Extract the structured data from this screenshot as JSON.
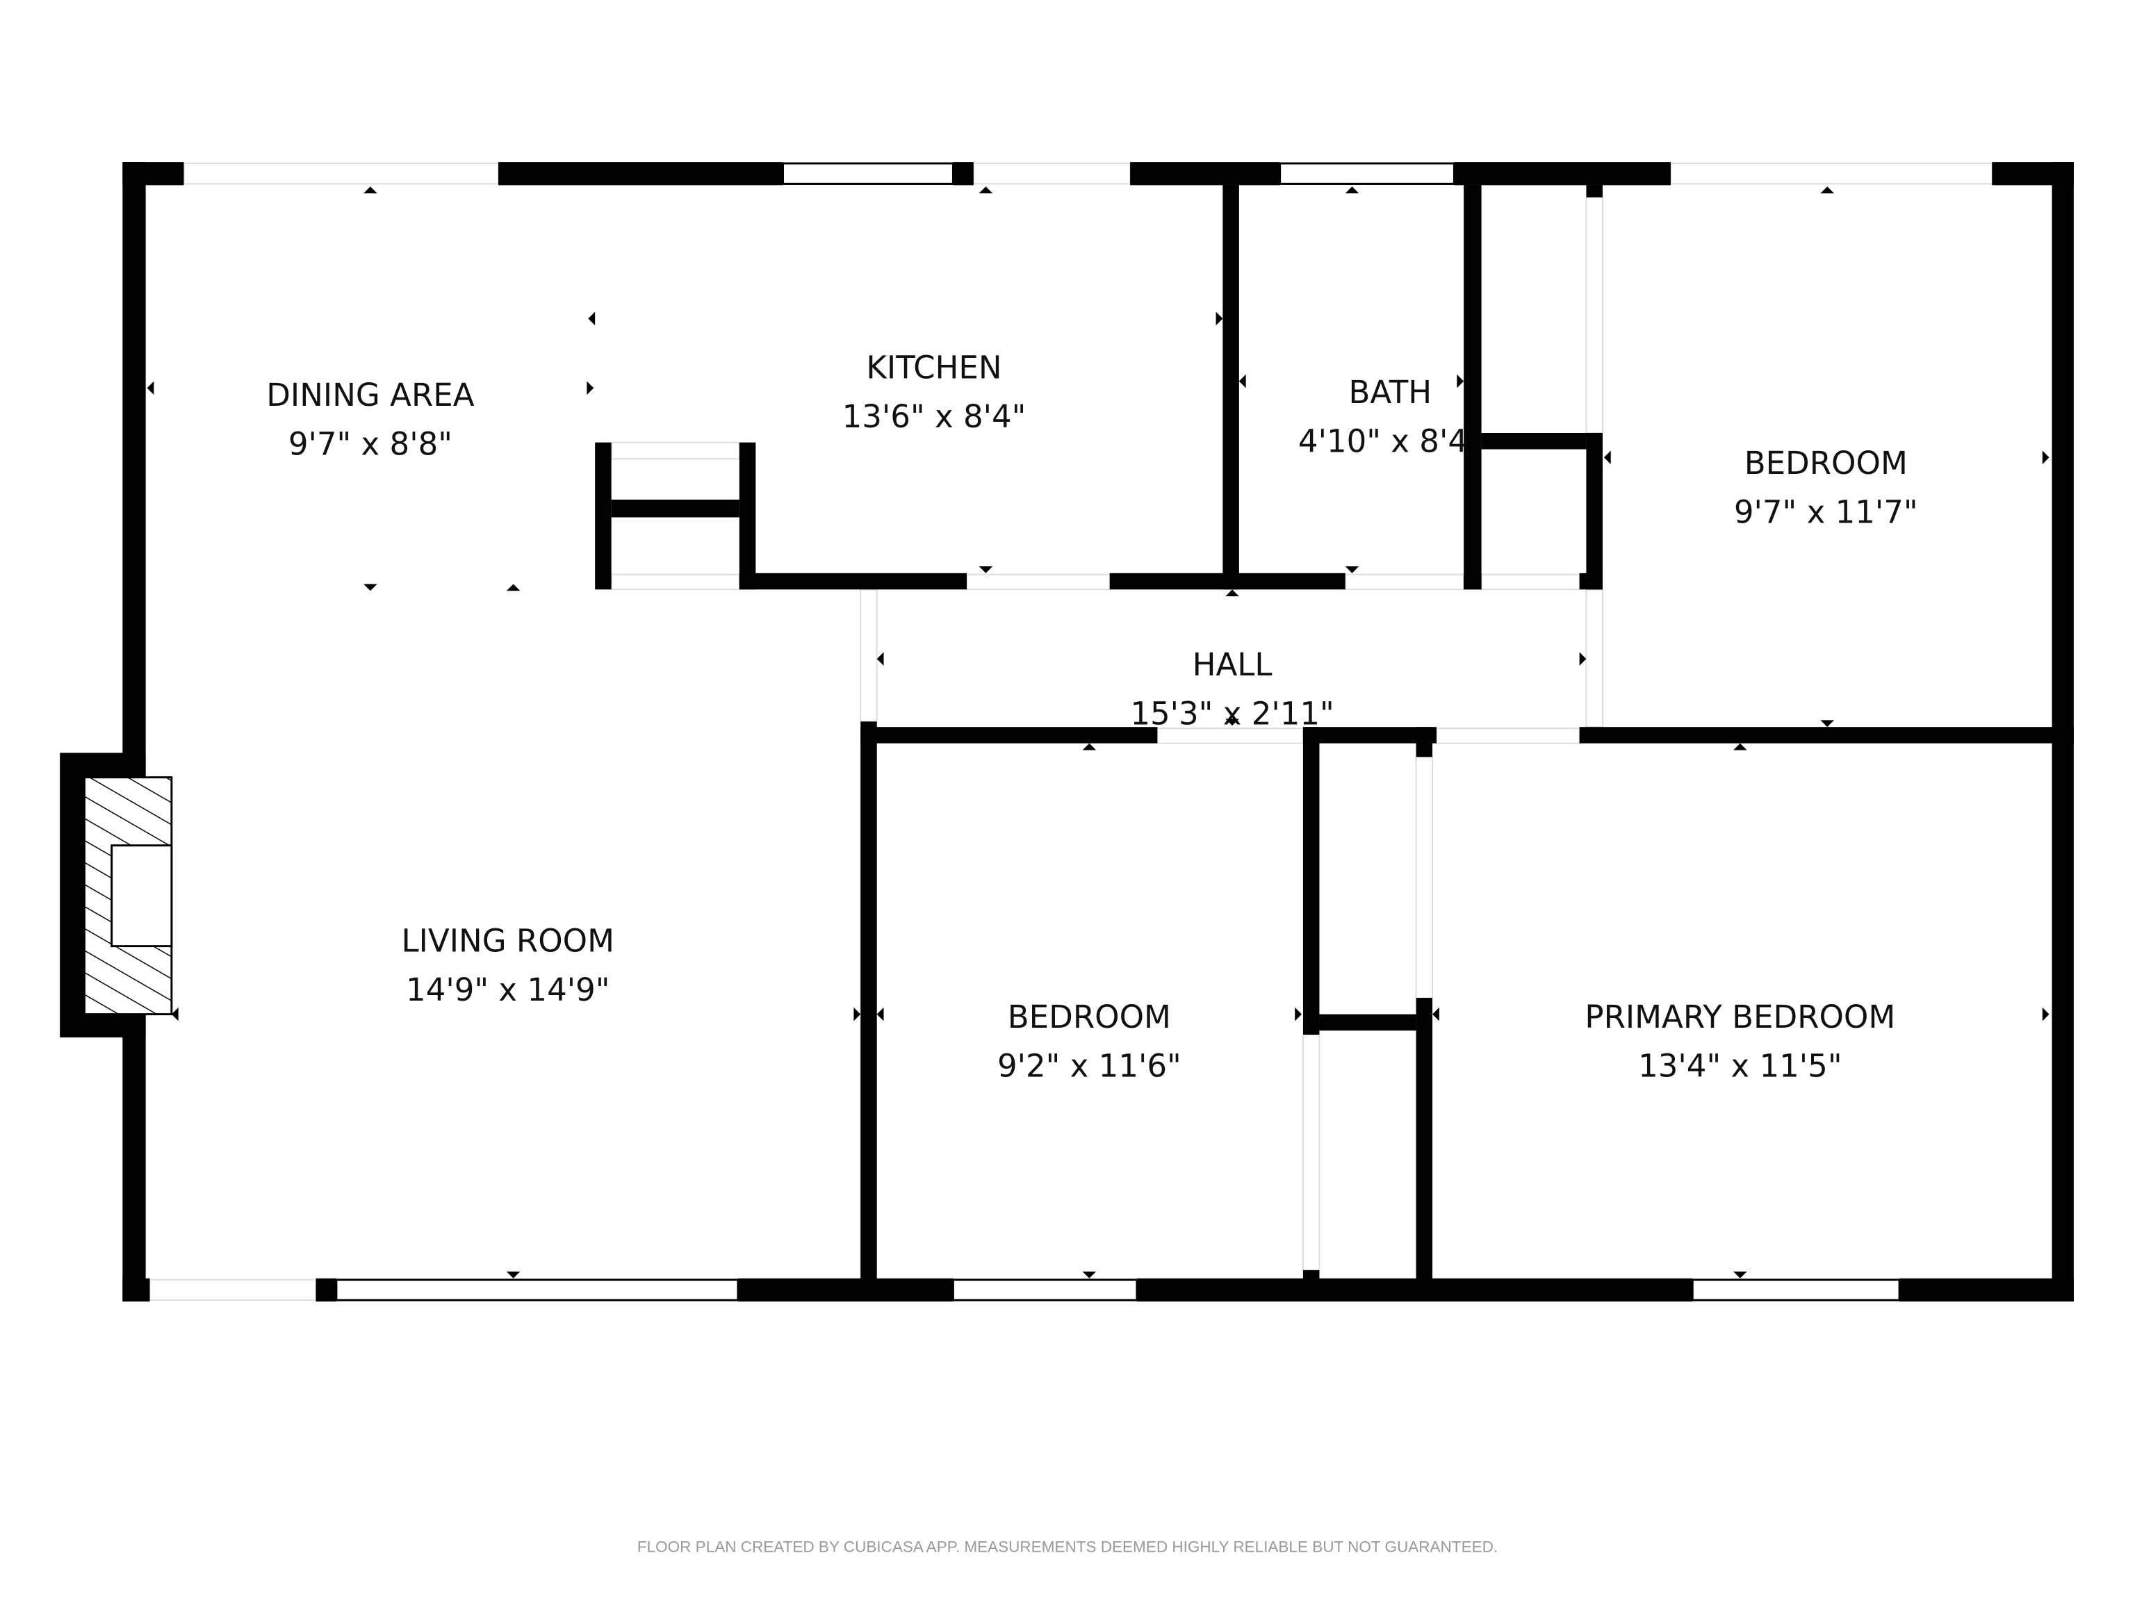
{
  "rooms": [
    {
      "name": "DINING AREA",
      "size": "9'7\" x 8'8\""
    },
    {
      "name": "KITCHEN",
      "size": "13'6\" x 8'4\""
    },
    {
      "name": "BATH",
      "size": "4'10\" x 8'4\""
    },
    {
      "name": "BEDROOM",
      "size": "9'7\" x 11'7\""
    },
    {
      "name": "HALL",
      "size": "15'3\" x 2'11\""
    },
    {
      "name": "LIVING ROOM",
      "size": "14'9\" x 14'9\""
    },
    {
      "name": "BEDROOM",
      "size": "9'2\" x 11'6\""
    },
    {
      "name": "PRIMARY BEDROOM",
      "size": "13'4\" x 11'5\""
    }
  ],
  "footer": "FLOOR PLAN CREATED BY CUBICASA APP. MEASUREMENTS DEEMED HIGHLY RELIABLE BUT NOT GUARANTEED.",
  "colors": {
    "wall": "#000000",
    "footer_text": "#9a9a9a"
  }
}
